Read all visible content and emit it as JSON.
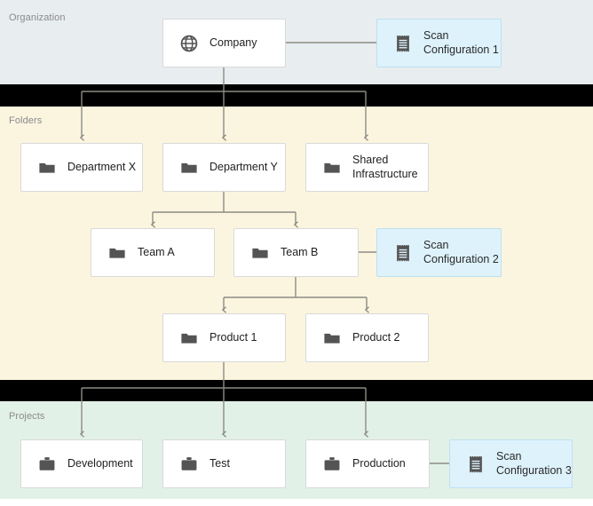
{
  "sections": [
    {
      "id": "organization",
      "label": "Organization"
    },
    {
      "id": "folders",
      "label": "Folders"
    },
    {
      "id": "projects",
      "label": "Projects"
    }
  ],
  "colors": {
    "organization_band": "#e8edf0",
    "folders_band": "#fbf5e0",
    "projects_band": "#e2f1e8",
    "separator_band": "#000000",
    "node_bg": "#ffffff",
    "node_border": "#d9d9d9",
    "scan_bg": "#def2fc",
    "scan_border": "#bfe0ef",
    "connector": "#8c8c84",
    "icon": "#545454",
    "label_text": "#8a8a8a"
  },
  "nodes": {
    "company": {
      "label": "Company",
      "icon": "globe-icon"
    },
    "scan1": {
      "label": "Scan\nConfiguration 1",
      "icon": "scan-configuration-icon"
    },
    "department_x": {
      "label": "Department X",
      "icon": "folder-icon"
    },
    "department_y": {
      "label": "Department Y",
      "icon": "folder-icon"
    },
    "shared_infra": {
      "label": "Shared\nInfrastructure",
      "icon": "folder-icon"
    },
    "team_a": {
      "label": "Team A",
      "icon": "folder-icon"
    },
    "team_b": {
      "label": "Team B",
      "icon": "folder-icon"
    },
    "scan2": {
      "label": "Scan\nConfiguration 2",
      "icon": "scan-configuration-icon"
    },
    "product_1": {
      "label": "Product 1",
      "icon": "folder-icon"
    },
    "product_2": {
      "label": "Product 2",
      "icon": "folder-icon"
    },
    "development": {
      "label": "Development",
      "icon": "briefcase-icon"
    },
    "test": {
      "label": "Test",
      "icon": "briefcase-icon"
    },
    "production": {
      "label": "Production",
      "icon": "briefcase-icon"
    },
    "scan3": {
      "label": "Scan\nConfiguration 3",
      "icon": "scan-configuration-icon"
    }
  }
}
